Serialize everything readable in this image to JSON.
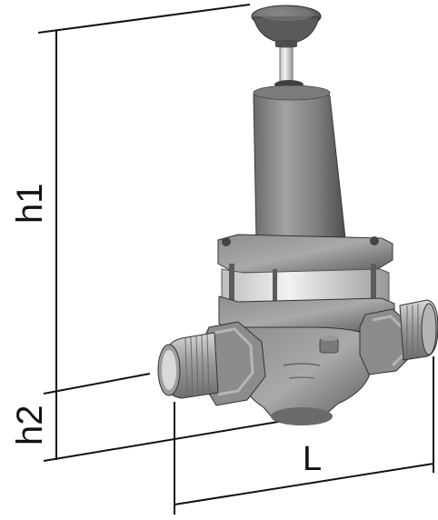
{
  "labels": {
    "h1": "h1",
    "h2": "h2",
    "L": "L"
  },
  "colors": {
    "ink": "#111111",
    "metal_dark": "#5e5e5e",
    "metal_mid": "#8a8a8a",
    "metal_light": "#c9c9c9",
    "chrome": "#e4e4e4"
  }
}
